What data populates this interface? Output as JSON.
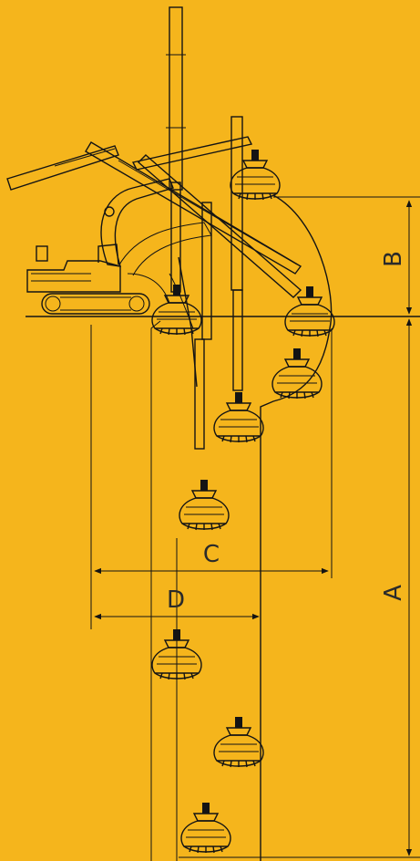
{
  "diagram": {
    "background_color": "#f5b51c",
    "line_color": "#141414",
    "dimension_labels": {
      "a": "A",
      "b": "B",
      "c": "C",
      "d": "D"
    },
    "icons": [
      "excavator-icon",
      "telescopic-arm-icon",
      "clamshell-bucket-icon"
    ]
  }
}
